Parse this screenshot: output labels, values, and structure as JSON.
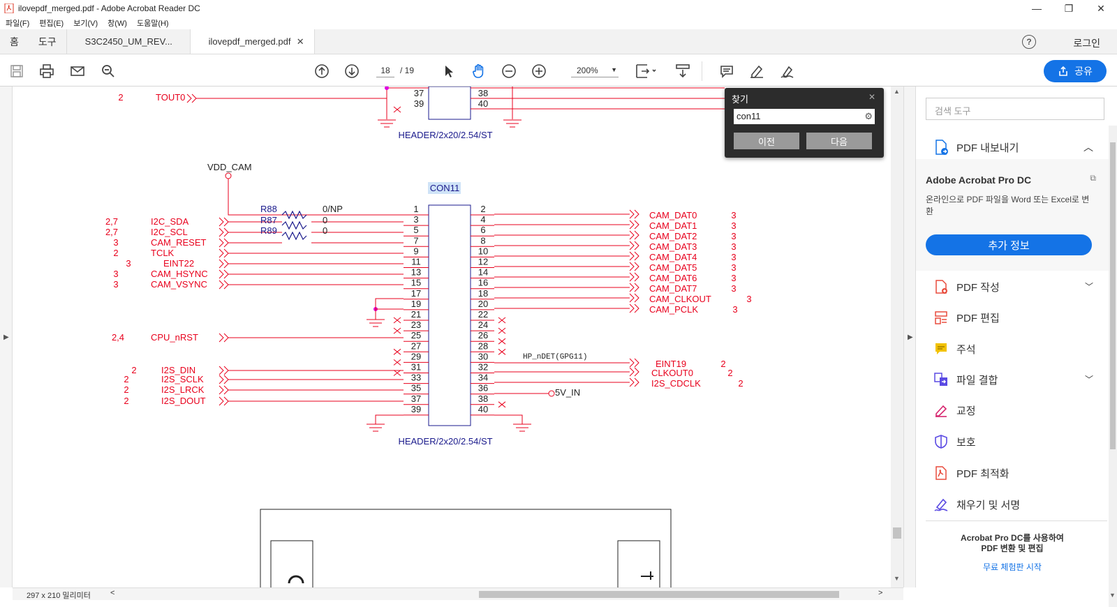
{
  "window": {
    "title": "ilovepdf_merged.pdf - Adobe Acrobat Reader DC",
    "minimize": "—",
    "restore": "❐",
    "close": "✕"
  },
  "menu": [
    "파일(F)",
    "편집(E)",
    "보기(V)",
    "창(W)",
    "도움말(H)"
  ],
  "tabs": {
    "home": "홈",
    "tools": "도구",
    "doc1": "S3C2450_UM_REV...",
    "doc2": "ilovepdf_merged.pdf",
    "doc2_close": "✕"
  },
  "header": {
    "help": "?",
    "login": "로그인"
  },
  "toolbar": {
    "page_current": "18",
    "page_total": "/ 19",
    "zoom": "200%",
    "share": "공유"
  },
  "find": {
    "title": "찾기",
    "query": "con11",
    "prev": "이전",
    "next": "다음",
    "close": "✕"
  },
  "status": {
    "page_size": "297 x 210 밀리미터"
  },
  "sidepanel": {
    "search_placeholder": "검색 도구",
    "export_label": "PDF 내보내기",
    "promo_title": "Adobe Acrobat Pro DC",
    "promo_desc": "온라인으로 PDF 파일을 Word 또는 Excel로 변환",
    "promo_button": "추가 정보",
    "tools": [
      "PDF 작성",
      "PDF 편집",
      "주석",
      "파일 결합",
      "교정",
      "보호",
      "PDF 최적화",
      "채우기 및 서명"
    ],
    "footer_line1": "Acrobat Pro DC를 사용하여",
    "footer_line2": "PDF 변환 및 편집",
    "footer_link": "무료 체험판 시작"
  },
  "schematic": {
    "top_header_label": "HEADER/2x20/2.54/ST",
    "top_pins_left": [
      "37",
      "39"
    ],
    "top_pins_right": [
      "38",
      "40"
    ],
    "tout_ref": "2",
    "tout_label": "TOUT0",
    "vdd_label": "VDD_CAM",
    "con_label": "CON11",
    "resistors": [
      {
        "name": "R88",
        "value": "0/NP"
      },
      {
        "name": "R87",
        "value": "0"
      },
      {
        "name": "R89",
        "value": "0"
      }
    ],
    "left_signals": [
      {
        "ref": "2,7",
        "name": "I2C_SDA"
      },
      {
        "ref": "2,7",
        "name": "I2C_SCL"
      },
      {
        "ref": "3",
        "name": "CAM_RESET"
      },
      {
        "ref": "2",
        "name": "TCLK"
      },
      {
        "ref": "3",
        "name": "EINT22"
      },
      {
        "ref": "3",
        "name": "CAM_HSYNC"
      },
      {
        "ref": "3",
        "name": "CAM_VSYNC"
      },
      {
        "ref": "2,4",
        "name": "CPU_nRST"
      },
      {
        "ref": "2",
        "name": "I2S_DIN"
      },
      {
        "ref": "2",
        "name": "I2S_SCLK"
      },
      {
        "ref": "2",
        "name": "I2S_LRCK"
      },
      {
        "ref": "2",
        "name": "I2S_DOUT"
      }
    ],
    "right_signals": [
      {
        "name": "CAM_DAT0",
        "ref": "3"
      },
      {
        "name": "CAM_DAT1",
        "ref": "3"
      },
      {
        "name": "CAM_DAT2",
        "ref": "3"
      },
      {
        "name": "CAM_DAT3",
        "ref": "3"
      },
      {
        "name": "CAM_DAT4",
        "ref": "3"
      },
      {
        "name": "CAM_DAT5",
        "ref": "3"
      },
      {
        "name": "CAM_DAT6",
        "ref": "3"
      },
      {
        "name": "CAM_DAT7",
        "ref": "3"
      },
      {
        "name": "CAM_CLKOUT",
        "ref": "3"
      },
      {
        "name": "CAM_PCLK",
        "ref": "3"
      },
      {
        "name": "EINT19",
        "ref": "2"
      },
      {
        "name": "CLKOUT0",
        "ref": "2"
      },
      {
        "name": "I2S_CDCLK",
        "ref": "2"
      }
    ],
    "pins_left": [
      "1",
      "3",
      "5",
      "7",
      "9",
      "11",
      "13",
      "15",
      "17",
      "19",
      "21",
      "23",
      "25",
      "27",
      "29",
      "31",
      "33",
      "35",
      "37",
      "39"
    ],
    "pins_right": [
      "2",
      "4",
      "6",
      "8",
      "10",
      "12",
      "14",
      "16",
      "18",
      "20",
      "22",
      "24",
      "26",
      "28",
      "30",
      "32",
      "34",
      "36",
      "38",
      "40"
    ],
    "hp_label": "HP_nDET(GPG11)",
    "v5_label": "5V_IN",
    "header_label": "HEADER/2x20/2.54/ST"
  },
  "colors": {
    "accent": "#1473e6",
    "wire": "#e8001c",
    "part": "#1a1a8c"
  }
}
